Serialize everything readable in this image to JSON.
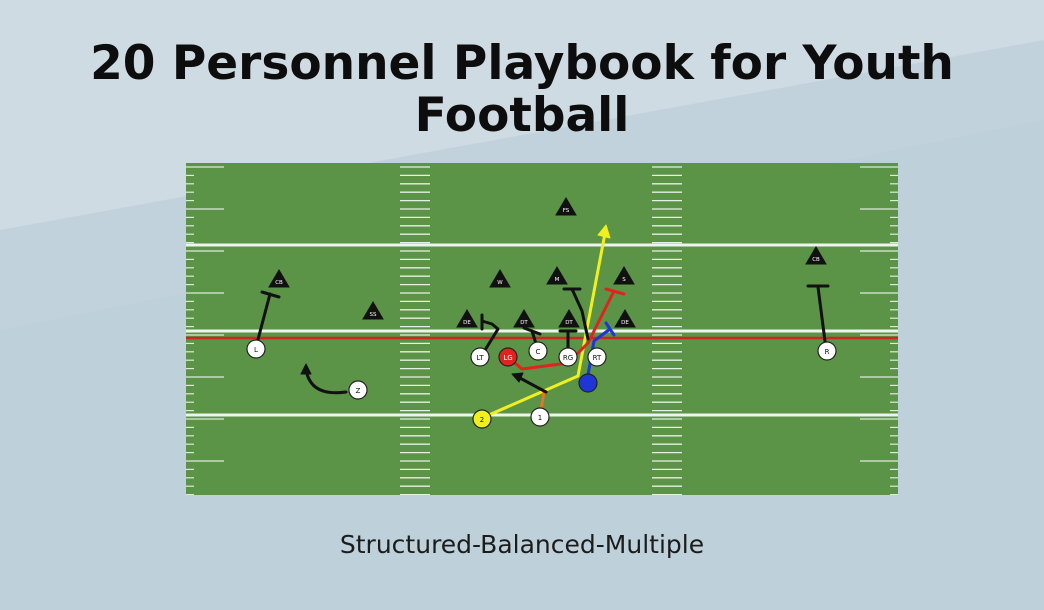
{
  "title_line1": "20 Personnel Playbook for Youth",
  "title_line2": "Football",
  "subtitle": "Structured-Balanced-Multiple",
  "colors": {
    "field": "#5b9447",
    "line_of_scrimmage": "#d0251e",
    "yellow_route": "#f2ef1e",
    "red_route": "#e0241d",
    "blue_route": "#1f35d6",
    "orange_route": "#e8742a",
    "defender": "#111111",
    "offense": "#ffffff"
  },
  "offense": [
    {
      "label": "L",
      "color": "#ffffff"
    },
    {
      "label": "Z",
      "color": "#ffffff"
    },
    {
      "label": "LT",
      "color": "#ffffff"
    },
    {
      "label": "LG",
      "color": "#e0241d"
    },
    {
      "label": "C",
      "color": "#ffffff"
    },
    {
      "label": "RG",
      "color": "#ffffff"
    },
    {
      "label": "RT",
      "color": "#ffffff"
    },
    {
      "label": "",
      "color": "#1f35d6"
    },
    {
      "label": "1",
      "color": "#ffffff"
    },
    {
      "label": "2",
      "color": "#f2ef1e"
    },
    {
      "label": "R",
      "color": "#ffffff"
    }
  ],
  "defense": [
    {
      "label": "FS"
    },
    {
      "label": "CB"
    },
    {
      "label": "SS"
    },
    {
      "label": "W"
    },
    {
      "label": "M"
    },
    {
      "label": "S"
    },
    {
      "label": "CB"
    },
    {
      "label": "DE"
    },
    {
      "label": "DT"
    },
    {
      "label": "DT"
    },
    {
      "label": "DE"
    }
  ]
}
